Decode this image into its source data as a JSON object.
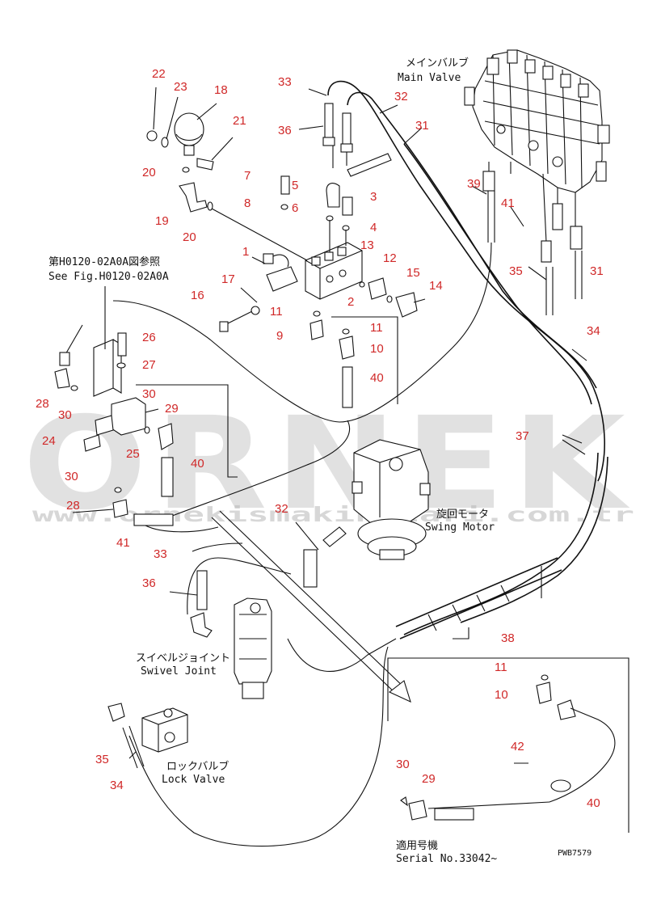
{
  "labels": {
    "main_valve_jp": "メインバルブ",
    "main_valve_en": "Main Valve",
    "ref_jp": "第H0120-02A0A図参照",
    "ref_en": "See Fig.H0120-02A0A",
    "swing_motor_jp": "旋回モータ",
    "swing_motor_en": "Swing Motor",
    "swivel_joint_jp": "スイベルジョイント",
    "swivel_joint_en": "Swivel Joint",
    "lock_valve_jp": "ロックバルブ",
    "lock_valve_en": "Lock Valve",
    "serial_jp": "適用号機",
    "serial_en": "Serial No.33042~",
    "drawing_code": "PWB7579"
  },
  "watermark": {
    "main": "ORNEK",
    "url": "www.ornekismakinalari.com.tr"
  },
  "callouts": [
    "22",
    "23",
    "18",
    "21",
    "20",
    "33",
    "36",
    "32",
    "31",
    "7",
    "5",
    "8",
    "6",
    "3",
    "4",
    "19",
    "20",
    "39",
    "41",
    "1",
    "13",
    "12",
    "15",
    "14",
    "17",
    "2",
    "35",
    "31",
    "16",
    "11",
    "9",
    "11",
    "10",
    "34",
    "40",
    "26",
    "27",
    "28",
    "30",
    "30",
    "29",
    "25",
    "24",
    "37",
    "40",
    "30",
    "28",
    "32",
    "41",
    "33",
    "36",
    "38",
    "11",
    "10",
    "42",
    "30",
    "29",
    "40",
    "35",
    "34"
  ],
  "colors": {
    "callout": "#d02828",
    "line": "#111111",
    "watermark": "#b7b7b7"
  }
}
